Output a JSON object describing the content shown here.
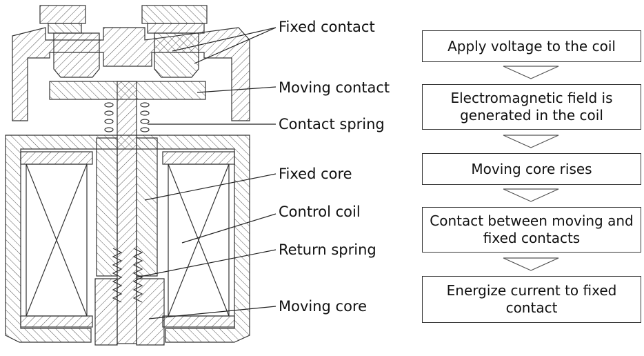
{
  "labels": {
    "fixed_contact": "Fixed contact",
    "moving_contact": "Moving contact",
    "contact_spring": "Contact spring",
    "fixed_core": "Fixed core",
    "control_coil": "Control coil",
    "return_spring": "Return spring",
    "moving_core": "Moving core"
  },
  "steps": [
    "Apply voltage to the coil",
    "Electromagnetic field is generated in the coil",
    "Moving core rises",
    "Contact between moving and fixed contacts",
    "Energize current to fixed contact"
  ],
  "colors": {
    "line": "#333333",
    "hatch": "#555555"
  }
}
